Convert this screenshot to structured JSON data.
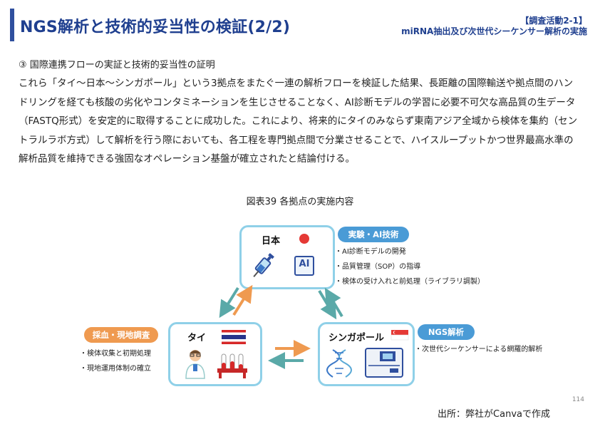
{
  "header": {
    "title": "NGS解析と技術的妥当性の検証(2/2)",
    "tag_line1": "【調査活動2-1】",
    "tag_line2": "miRNA抽出及び次世代シーケンサー解析の実施"
  },
  "section_heading": "③ 国際連携フローの実証と技術的妥当性の証明",
  "body_text": "これら「タイ〜日本〜シンガポール」という3拠点をまたぐ一連の解析フローを検証した結果、長距離の国際輸送や拠点間のハンドリングを経ても核酸の劣化やコンタミネーションを生じさせることなく、AI診断モデルの学習に必要不可欠な高品質の生データ（FASTQ形式）を安定的に取得することに成功した。これにより、将来的にタイのみならず東南アジア全域から検体を集約（セントラルラボ方式）して解析を行う際においても、各工程を専門拠点間で分業させることで、ハイスループットかつ世界最高水準の解析品質を維持できる強固なオペレーション基盤が確立されたと結論付ける。",
  "figure": {
    "title": "図表39 各拠点の実施内容",
    "japan": {
      "label": "日本",
      "pill": "実験・AI技術",
      "ai_text": "AI",
      "bullets": [
        "AI診断モデルの開発",
        "品質管理（SOP）の指導",
        "検体の受け入れと前処理（ライブラリ調製）"
      ]
    },
    "thailand": {
      "label": "タイ",
      "pill": "採血・現地調査",
      "bullets": [
        "検体収集と初期処理",
        "現地運用体制の確立"
      ]
    },
    "singapore": {
      "label": "シンガポール",
      "pill": "NGS解析",
      "bullets": [
        "次世代シーケンサーによる網羅的解析"
      ]
    }
  },
  "colors": {
    "accent": "#1f3f8f",
    "box_border": "#8fd0e8",
    "pill_blue": "#4a9bd6",
    "pill_orange": "#ef9a50",
    "arrow_teal": "#5aa9a8",
    "arrow_orange": "#ef9a50"
  },
  "page_number": "114",
  "source": "出所：弊社がCanvaで作成"
}
